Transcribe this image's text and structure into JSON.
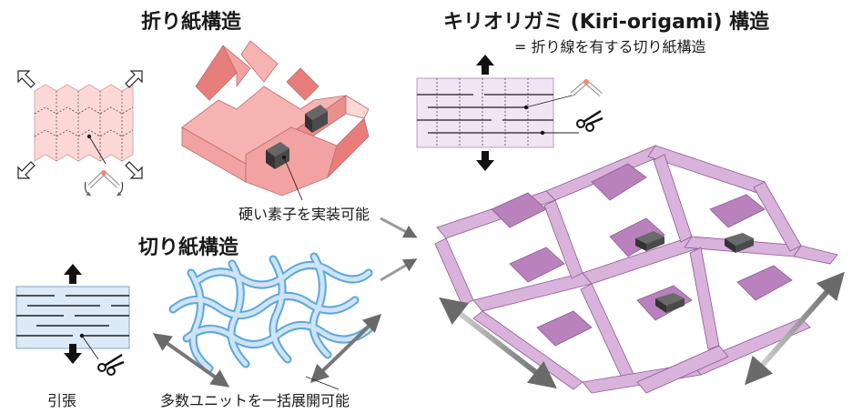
{
  "titles": {
    "origami": "折り紙構造",
    "kirigami": "切り紙構造",
    "kiri_origami": "キリオリガミ (Kiri-origami) 構造",
    "kiri_origami_sub": "= 折り線を有する切り紙構造"
  },
  "captions": {
    "hard_element": "硬い素子を実装可能",
    "tension": "引張",
    "multi_unit": "多数ユニットを一括展開可能"
  },
  "colors": {
    "origami_fill": "#f2a3a1",
    "origami_dark": "#e77e7c",
    "origami_light": "#fbd8d6",
    "kirigami_fill": "#bcd9f1",
    "kirigami_accent": "#3e9ad6",
    "kiriori_fill": "#d9b3db",
    "kiriori_dark": "#b982bd",
    "kiriori_sheet": "#f1e4f3",
    "element_dark": "#3b3b3b",
    "arrow_gray": "#8a8a8a"
  },
  "icons": [
    "scissors-icon",
    "fold-icon",
    "arrow-up-icon",
    "arrow-down-icon",
    "double-arrow-icon"
  ]
}
